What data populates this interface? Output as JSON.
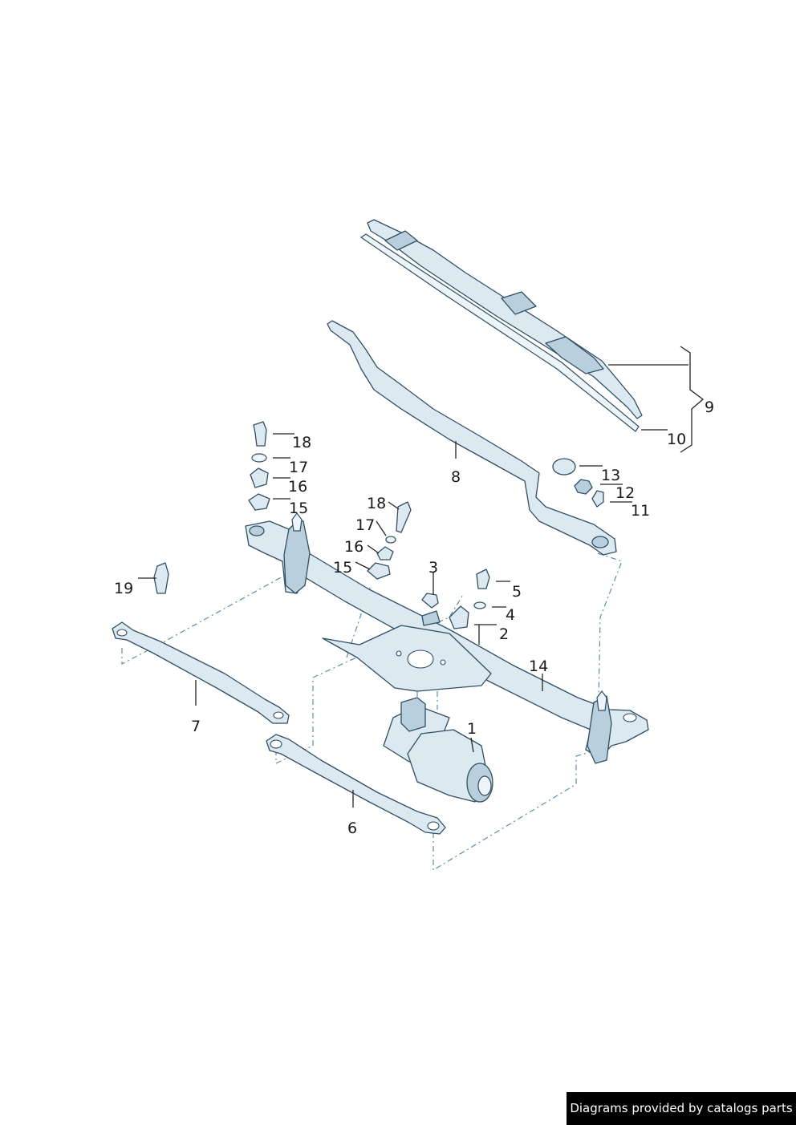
{
  "callouts": {
    "p1": "1",
    "p2": "2",
    "p3": "3",
    "p4": "4",
    "p5": "5",
    "p6": "6",
    "p7": "7",
    "p8": "8",
    "p9": "9",
    "p10": "10",
    "p11": "11",
    "p12": "12",
    "p13": "13",
    "p14": "14",
    "p15a": "15",
    "p16a": "16",
    "p17a": "17",
    "p18a": "18",
    "p15b": "15",
    "p16b": "16",
    "p17b": "17",
    "p18b": "18",
    "p19": "19"
  },
  "footer": {
    "text": "Diagrams provided by catalogs parts"
  },
  "colors": {
    "part_fill": "#dde9f1",
    "part_stroke": "#2f4f62",
    "leader_dash": "#5a8ea8",
    "footer_bg": "#000000"
  }
}
